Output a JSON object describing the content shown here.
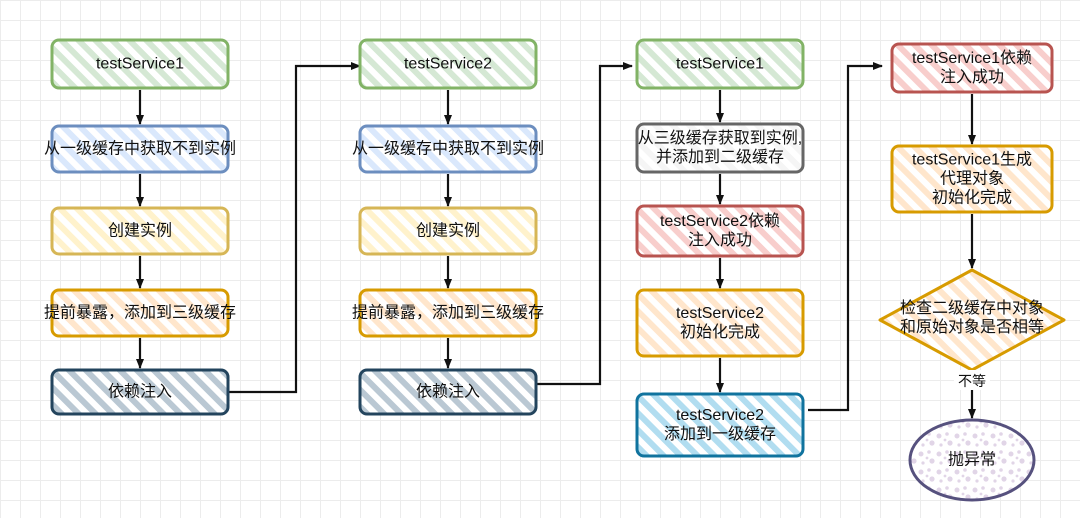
{
  "colors": {
    "green": {
      "fill": "#d5e8d4",
      "stroke": "#82b366"
    },
    "blue": {
      "fill": "#dae8fc",
      "stroke": "#6c8ebf"
    },
    "yellow": {
      "fill": "#fff2cc",
      "stroke": "#d6b656"
    },
    "orange": {
      "fill": "#ffe6cc",
      "stroke": "#d79b00"
    },
    "navy": {
      "fill": "#bac8d3",
      "stroke": "#23445d"
    },
    "gray": {
      "fill": "#f5f5f5",
      "stroke": "#666666"
    },
    "red": {
      "fill": "#f8cecc",
      "stroke": "#b85450"
    },
    "cyan": {
      "fill": "#b1ddf0",
      "stroke": "#10739e"
    },
    "purple": {
      "fill": "#e1d5e7",
      "stroke": "#56517e"
    }
  },
  "columns": [
    {
      "nodes": [
        {
          "id": "c1-service",
          "lines": [
            "testService1"
          ],
          "color": "green"
        },
        {
          "id": "c1-get-l1",
          "lines": [
            "从一级缓存中获取不到实例"
          ],
          "color": "blue"
        },
        {
          "id": "c1-create",
          "lines": [
            "创建实例"
          ],
          "color": "yellow"
        },
        {
          "id": "c1-expose",
          "lines": [
            "提前暴露，添加到三级缓存"
          ],
          "color": "orange"
        },
        {
          "id": "c1-inject",
          "lines": [
            "依赖注入"
          ],
          "color": "navy"
        }
      ]
    },
    {
      "nodes": [
        {
          "id": "c2-service",
          "lines": [
            "testService2"
          ],
          "color": "green"
        },
        {
          "id": "c2-get-l1",
          "lines": [
            "从一级缓存中获取不到实例"
          ],
          "color": "blue"
        },
        {
          "id": "c2-create",
          "lines": [
            "创建实例"
          ],
          "color": "yellow"
        },
        {
          "id": "c2-expose",
          "lines": [
            "提前暴露，添加到三级缓存"
          ],
          "color": "orange"
        },
        {
          "id": "c2-inject",
          "lines": [
            "依赖注入"
          ],
          "color": "navy"
        }
      ]
    },
    {
      "nodes": [
        {
          "id": "c3-service",
          "lines": [
            "testService1"
          ],
          "color": "green"
        },
        {
          "id": "c3-get-l3",
          "lines": [
            "从三级缓存获取到实例,",
            "并添加到二级缓存"
          ],
          "color": "gray"
        },
        {
          "id": "c3-injected",
          "lines": [
            "testService2依赖",
            "注入成功"
          ],
          "color": "red"
        },
        {
          "id": "c3-init",
          "lines": [
            "testService2",
            "初始化完成"
          ],
          "color": "orange"
        },
        {
          "id": "c3-add-l1",
          "lines": [
            "testService2",
            "添加到一级缓存"
          ],
          "color": "cyan"
        }
      ]
    },
    {
      "nodes": [
        {
          "id": "c4-injected",
          "lines": [
            "testService1依赖",
            "注入成功"
          ],
          "color": "red"
        },
        {
          "id": "c4-proxy",
          "lines": [
            "testService1生成",
            "代理对象",
            "初始化完成"
          ],
          "color": "orange"
        }
      ],
      "decision": {
        "id": "c4-check",
        "lines": [
          "检查二级缓存中对象",
          "和原始对象是否相等"
        ],
        "color": "orange"
      },
      "edge_label": "不等",
      "end": {
        "id": "c4-throw",
        "lines": [
          "抛异常"
        ],
        "color": "purple"
      }
    }
  ]
}
